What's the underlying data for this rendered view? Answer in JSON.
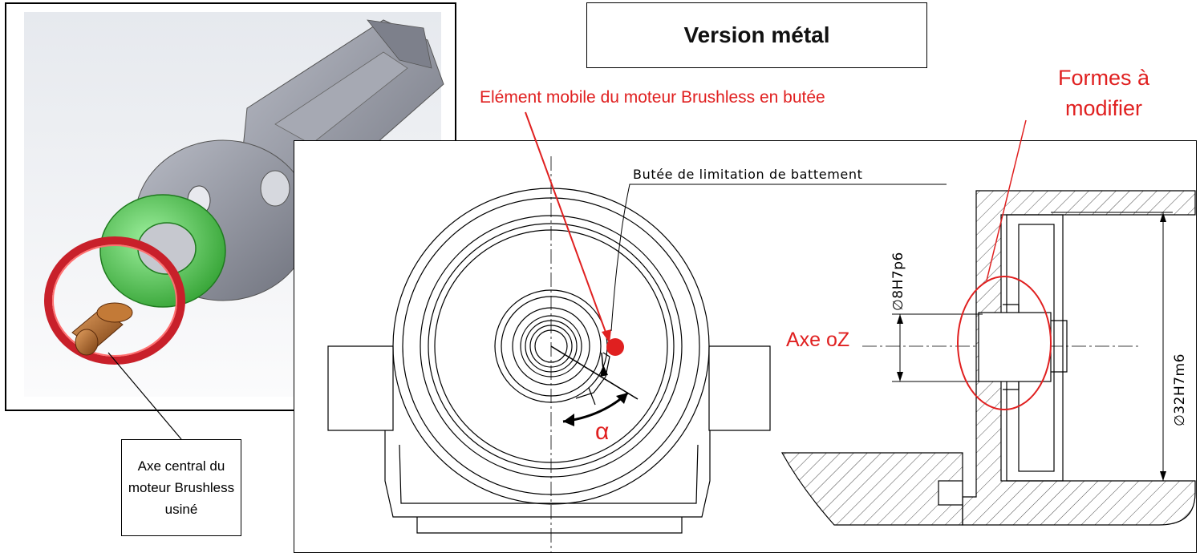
{
  "title": "Version métal",
  "callout_axe_central": "Axe central du\nmoteur Brushless\nusiné",
  "annotation_element_mobile": "Elément mobile du moteur Brushless en butée",
  "annotation_formes": "Formes à\nmodifier",
  "annotation_axe": "Axe oZ",
  "annotation_angle": "α",
  "annotation_butee": "Butée de limitation de battement",
  "dim_small_diameter": "∅8H7p6",
  "dim_large_diameter": "∅32H7m6",
  "colors": {
    "annotation_red": "#e02020",
    "ring_red": "#c8202a",
    "ring_green": "#3fc23f",
    "part_grey": "#8c8f9a",
    "axis_copper": "#b36a2a"
  }
}
